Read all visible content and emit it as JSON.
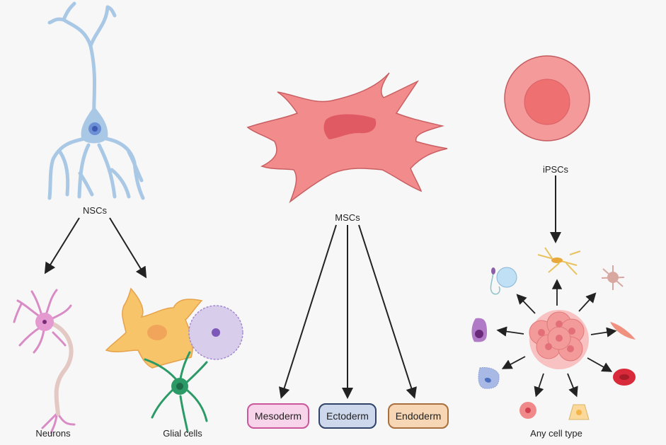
{
  "diagram": {
    "nsc": {
      "label": "NSCs",
      "children": [
        {
          "label": "Neurons"
        },
        {
          "label": "Glial cells"
        }
      ]
    },
    "msc": {
      "label": "MSCs",
      "children": [
        {
          "label": "Mesoderm",
          "fill": "#f8d4ea",
          "border": "#c9579a"
        },
        {
          "label": "Ectoderm",
          "fill": "#cdd8ec",
          "border": "#2f4466"
        },
        {
          "label": "Endoderm",
          "fill": "#f6d6b4",
          "border": "#a9703d"
        }
      ]
    },
    "ipsc": {
      "label": "iPSCs",
      "result_label": "Any cell type"
    }
  },
  "colors": {
    "background": "#f7f7f7",
    "nsc_blue": "#a9c8e6",
    "msc_red": "#f28b8b",
    "ipsc_red": "#f59a9a",
    "arrow": "#222222"
  }
}
